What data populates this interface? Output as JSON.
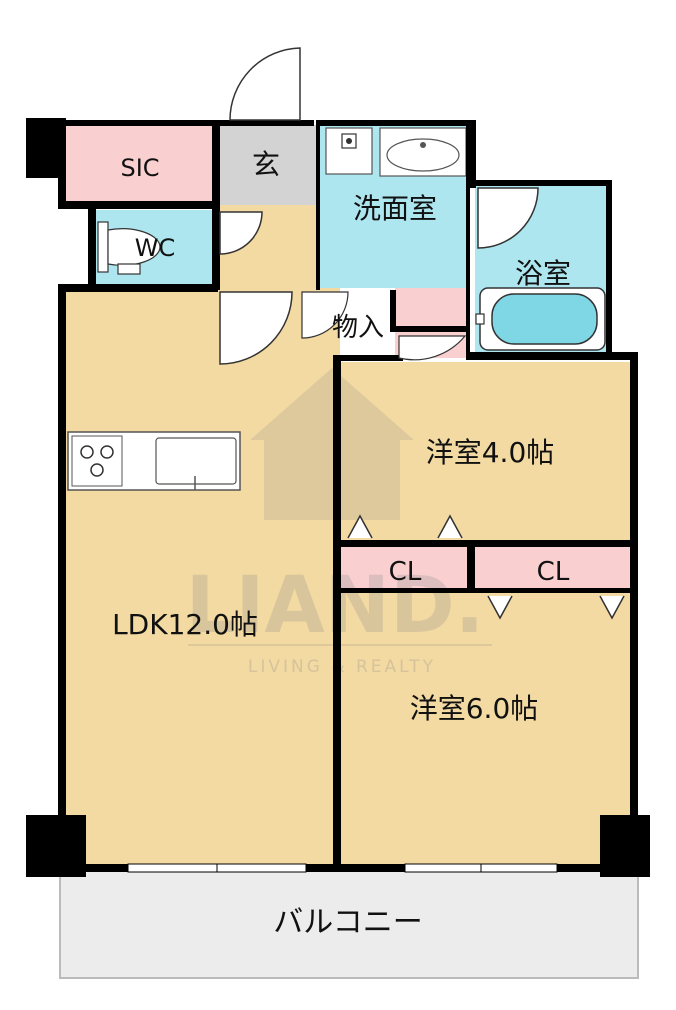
{
  "watermark": {
    "brand": "LIAND.",
    "tagline": "LIVING & REALTY"
  },
  "rooms": {
    "sic": "SIC",
    "genkan": "玄",
    "senmen": "洗面室",
    "wc": "WC",
    "yokushitsu": "浴室",
    "monoire": "物入",
    "yoshitsu_small": "洋室4.0帖",
    "cl_left": "CL",
    "cl_right": "CL",
    "ldk": "LDK12.0帖",
    "yoshitsu_large": "洋室6.0帖",
    "balcony": "バルコニー"
  },
  "colors": {
    "room": "#f3d9a2",
    "wet": "#ade6ef",
    "storage": "#f9cfd0",
    "genkan": "#d3d3d3",
    "balcony": "#ececec",
    "wall": "#000000",
    "watermark": "#8a8a8a"
  }
}
